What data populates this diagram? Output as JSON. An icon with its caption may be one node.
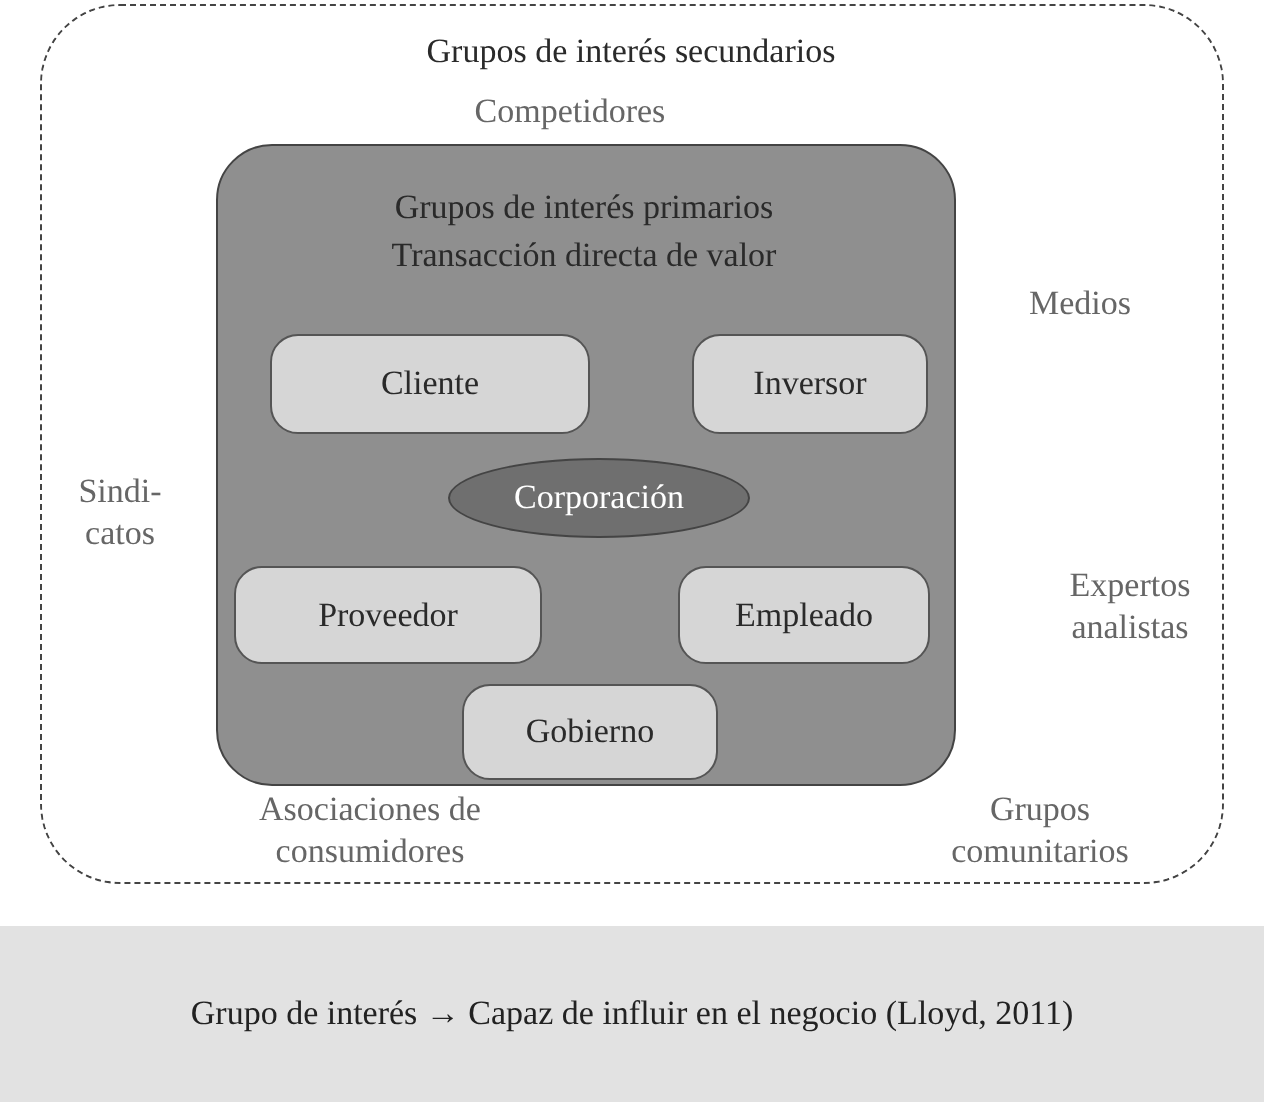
{
  "diagram": {
    "caption": "Grupo de interés → Capaz de influir en el negocio (Lloyd, 2011)",
    "nodes": [
      {
        "text": [
          "Grupos de interés secundarios"
        ]
      },
      {
        "text": [
          "Grupos de interés primarios",
          "Transacción directa de valor"
        ],
        "in": 0
      },
      {
        "text": [
          "Cliente"
        ],
        "in": 1
      },
      {
        "text": [
          "Inversor"
        ],
        "in": 1
      },
      {
        "text": [
          "Corporación"
        ],
        "in": 1
      },
      {
        "text": [
          "Proveedor"
        ],
        "in": 1
      },
      {
        "text": [
          "Empleado"
        ],
        "in": 1
      },
      {
        "text": [
          "Gobierno"
        ],
        "in": 1
      }
    ],
    "labels": [
      "Competidores",
      "Medios",
      "Sindi- catos",
      "Expertos analistas",
      "Asociaciones de consumidores",
      "Grupos comunitarios"
    ]
  }
}
